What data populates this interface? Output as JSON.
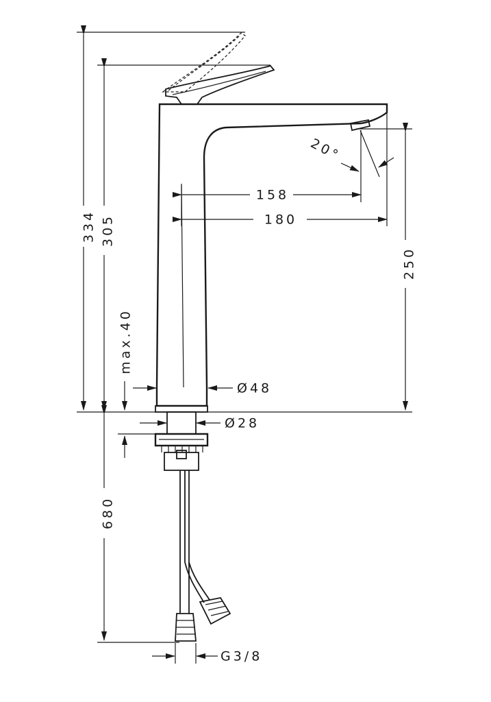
{
  "dimensions": {
    "height_total": "334",
    "height_spout_top": "305",
    "outlet_height": "250",
    "reach_inner": "158",
    "reach_outer": "180",
    "spray_angle": "20°",
    "body_diameter": "Ø48",
    "shank_diameter": "Ø28",
    "max_thickness": "max.40",
    "hose_length": "680",
    "thread": "G3/8"
  }
}
